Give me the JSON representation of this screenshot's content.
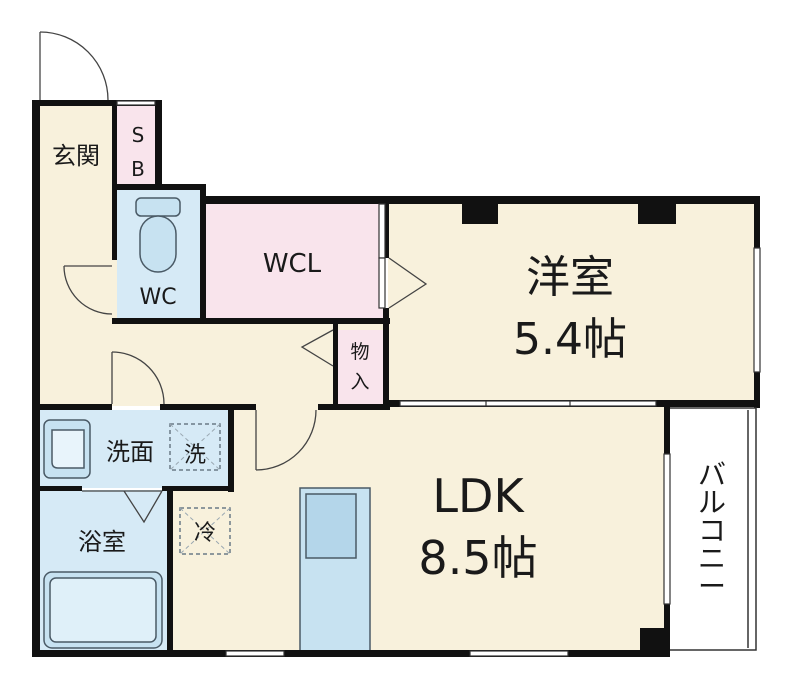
{
  "rooms": {
    "entrance": "玄関",
    "sb_top": "S",
    "sb_bottom": "B",
    "wc": "WC",
    "wcl": "WCL",
    "storage_top": "物",
    "storage_bottom": "入",
    "western_name": "洋室",
    "western_size": "5.4帖",
    "washroom": "洗面",
    "washer": "洗",
    "bath": "浴室",
    "fridge": "冷",
    "ldk_name": "LDK",
    "ldk_size": "8.5帖",
    "balcony": [
      "バ",
      "ル",
      "コ",
      "ニ",
      "ー"
    ]
  },
  "colors": {
    "wall": "#111111",
    "floor_beige": "#f8f1dc",
    "wcl_pink": "#f9e4ec",
    "water_blue": "#d6eaf6",
    "fixture_blue": "#c7e2f1",
    "fixture_stroke": "#4a5a66",
    "door_stroke": "#444444"
  }
}
